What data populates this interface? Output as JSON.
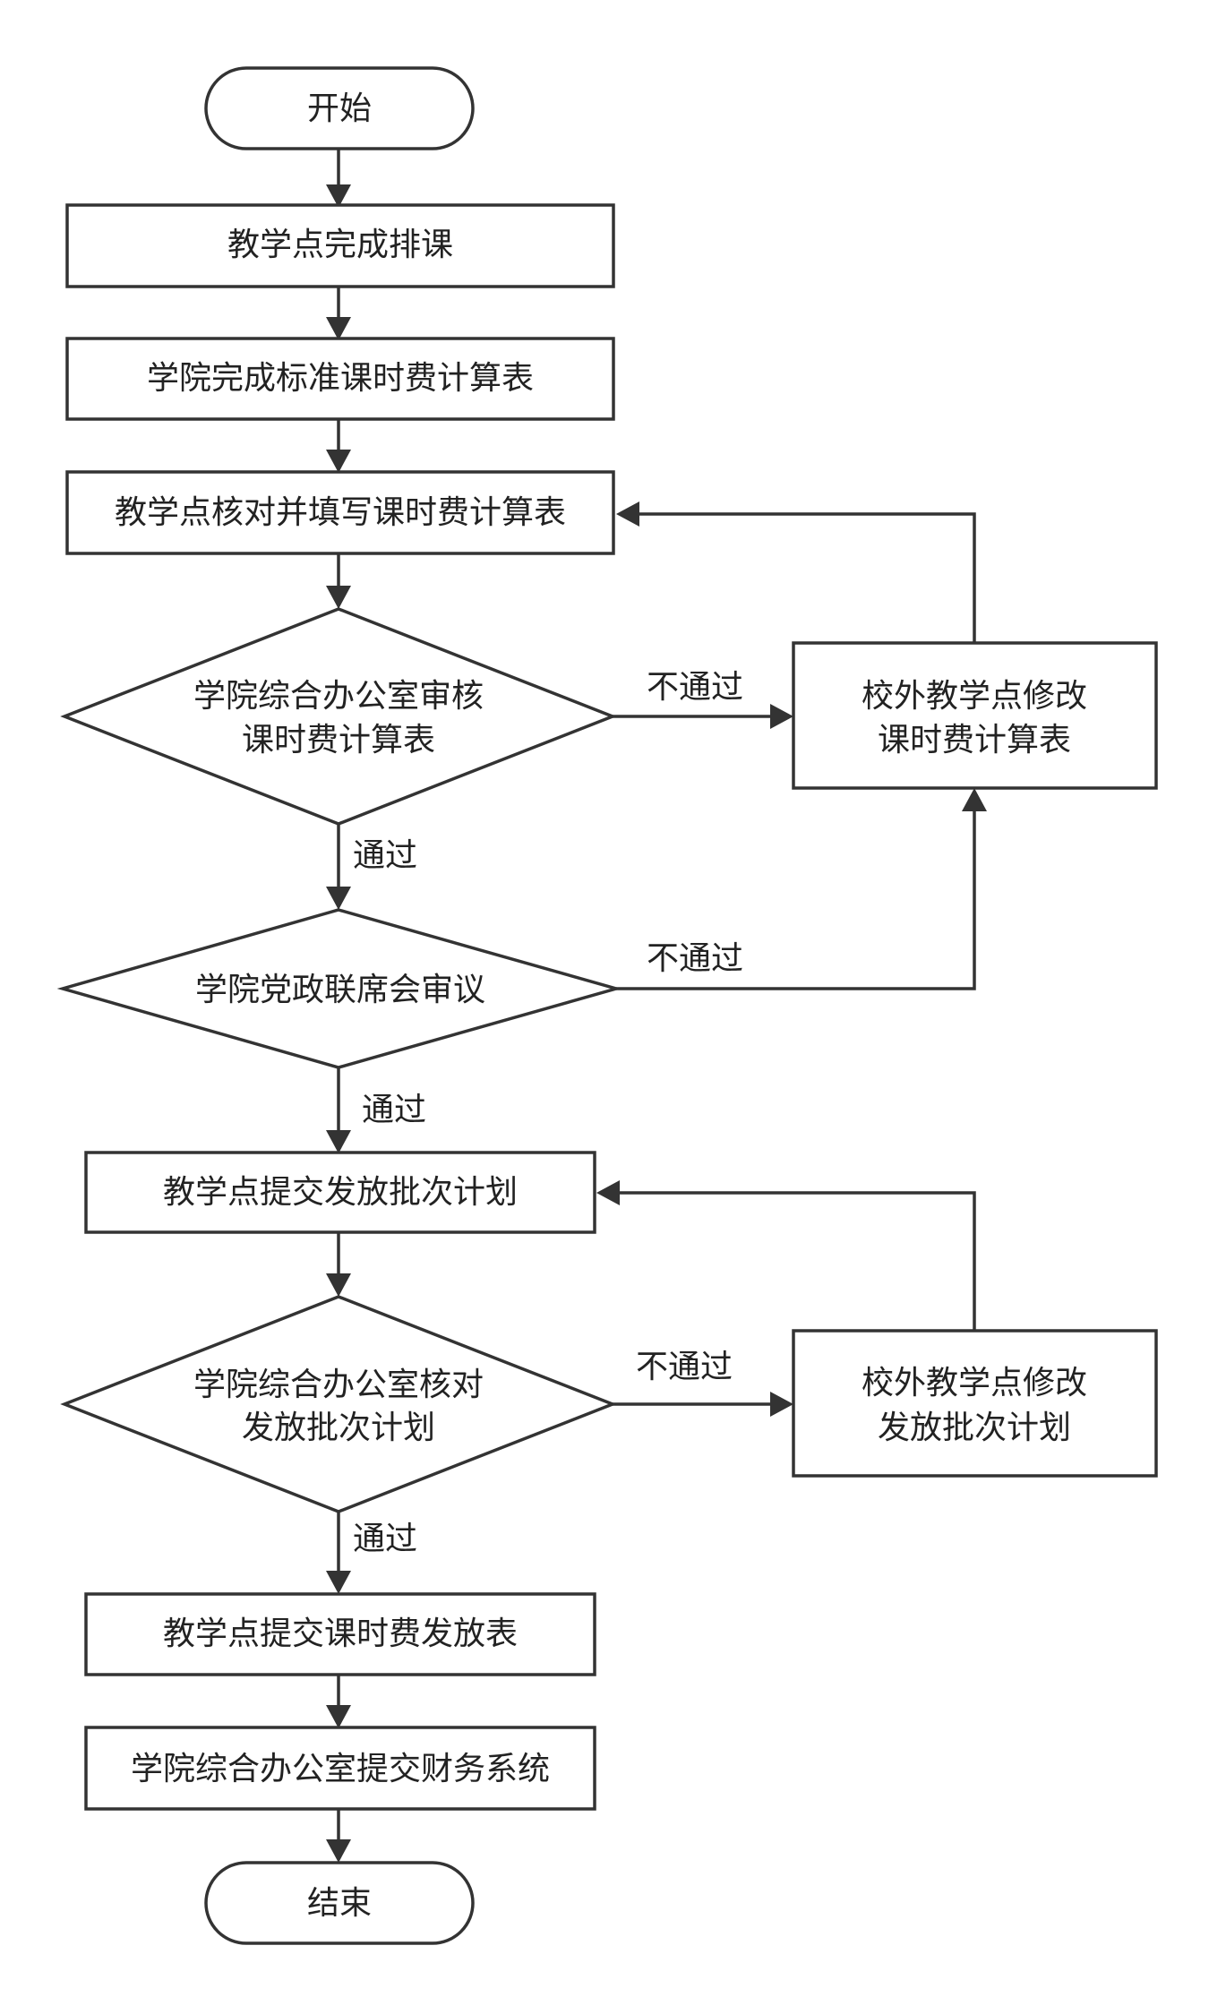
{
  "colors": {
    "stroke": "#333333",
    "text": "#222222",
    "background": "#ffffff"
  },
  "nodes": {
    "start": "开始",
    "schedule": "教学点完成排课",
    "standard_table": "学院完成标准课时费计算表",
    "verify_fill": "教学点核对并填写课时费计算表",
    "office_review_l1": "学院综合办公室审核",
    "office_review_l2": "课时费计算表",
    "revise_fee_l1": "校外教学点修改",
    "revise_fee_l2": "课时费计算表",
    "joint_meeting": "学院党政联席会审议",
    "submit_plan": "教学点提交发放批次计划",
    "office_check_l1": "学院综合办公室核对",
    "office_check_l2": "发放批次计划",
    "revise_plan_l1": "校外教学点修改",
    "revise_plan_l2": "发放批次计划",
    "submit_payout": "教学点提交课时费发放表",
    "finance_submit": "学院综合办公室提交财务系统",
    "end": "结束"
  },
  "edges": {
    "pass_1": "通过",
    "fail_1": "不通过",
    "pass_2": "通过",
    "fail_2": "不通过",
    "pass_3": "通过",
    "fail_3": "不通过"
  }
}
